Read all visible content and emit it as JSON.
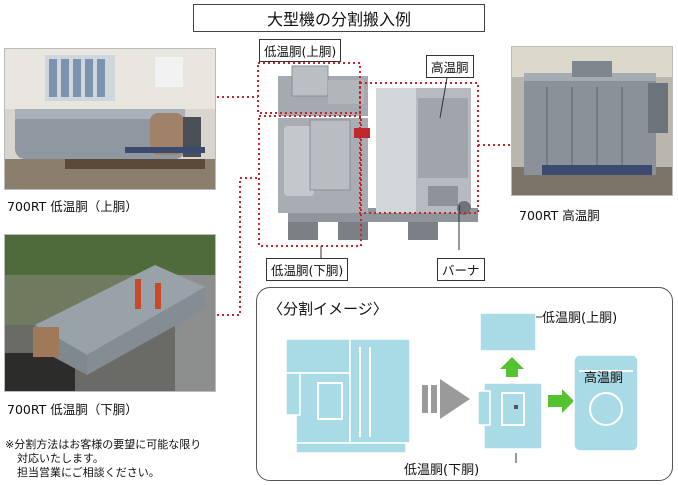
{
  "title": "大型機の分割搬入例",
  "photos": {
    "lower_upper_caption": "700RT 低温胴（上胴）",
    "lower_lower_caption": "700RT 低温胴（下胴）",
    "high_caption": "700RT 高温胴"
  },
  "machine_labels": {
    "upper": "低温胴(上胴)",
    "high": "高温胴",
    "lower": "低温胴(下胴)",
    "burner": "バーナ"
  },
  "note": {
    "line1": "※分割方法はお客様の要望に可能な限り",
    "line2": "対応いたします。",
    "line3": "担当営業にご相談ください。"
  },
  "image_panel": {
    "title": "〈分割イメージ〉",
    "upper_label": "低温胴(上胴)",
    "high_label": "高温胴",
    "lower_label": "低温胴(下胴)"
  },
  "colors": {
    "diagram_fill": "#a9dbe6",
    "diagram_stroke": "#ffffff",
    "arrow_green": "#55c232",
    "dotted_red": "#c0282d",
    "gray_arrow": "#9a9a9a"
  }
}
